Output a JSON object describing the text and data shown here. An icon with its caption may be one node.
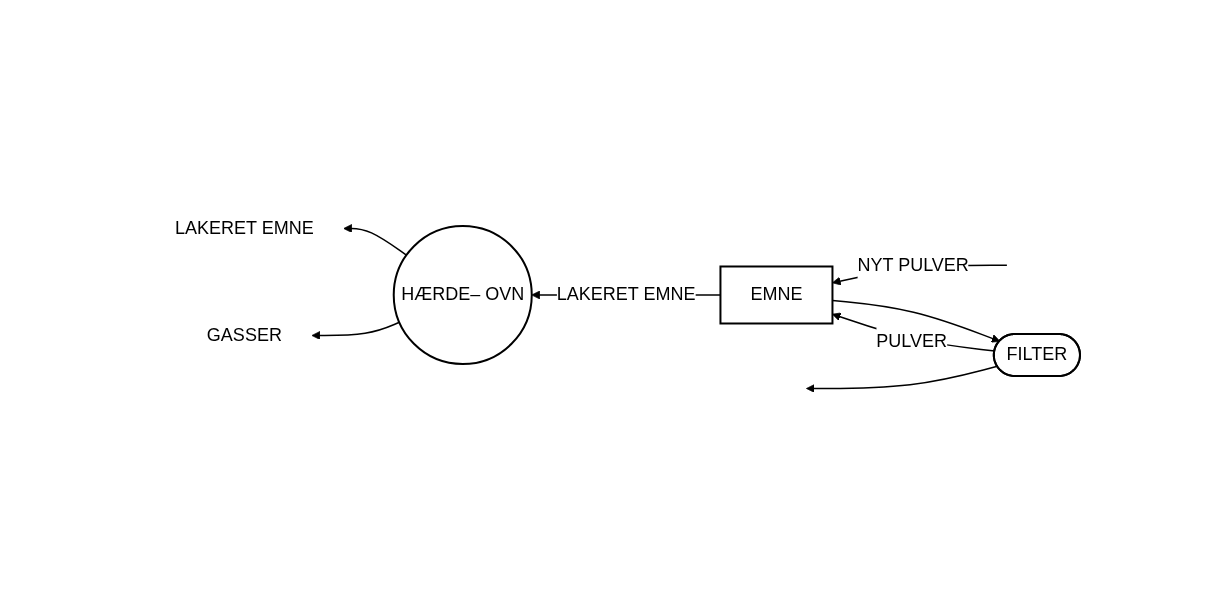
{
  "diagram": {
    "nodes": [
      {
        "text": [
          "FILTER"
        ]
      },
      {
        "text": [
          "GASSER"
        ]
      },
      {
        "text": [
          "LAKERET EMNE"
        ]
      },
      {
        "text": [
          "HÆRDE– OVN"
        ]
      },
      {
        "text": [
          "EMNE"
        ]
      }
    ],
    "edges": [
      {
        "from": 4,
        "to": 0,
        "arrow": "to"
      },
      {
        "from": 0,
        "to": null,
        "arrow": "to"
      },
      {
        "from": 0,
        "to": 4,
        "arrow": "to",
        "label": "PULVER"
      },
      {
        "from": null,
        "to": 4,
        "arrow": "to",
        "label": "NYT PULVER"
      },
      {
        "from": 4,
        "to": 3,
        "arrow": "to",
        "label": "LAKERET EMNE"
      },
      {
        "from": 3,
        "to": 1,
        "arrow": "to"
      },
      {
        "from": 3,
        "to": 2,
        "arrow": "to"
      }
    ]
  }
}
